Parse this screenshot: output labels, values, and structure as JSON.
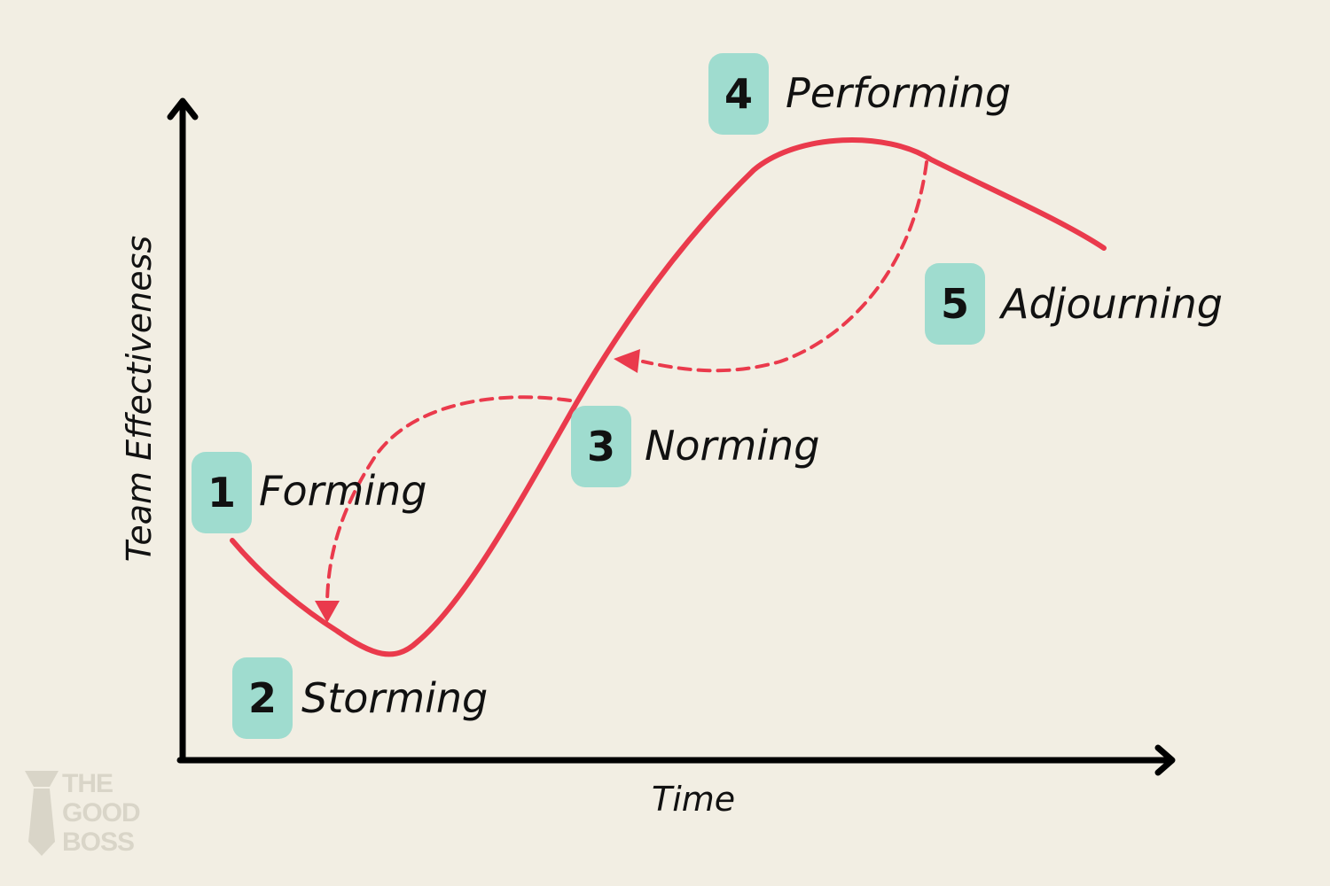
{
  "colors": {
    "background": "#f2eee3",
    "curve": "#ea3a4c",
    "badge": "#9fdccf",
    "axis": "#000000",
    "text": "#111111",
    "logo": "#d9d5c8"
  },
  "axes": {
    "y_label": "Team Effectiveness",
    "x_label": "Time"
  },
  "stages": [
    {
      "number": "1",
      "name": "Forming"
    },
    {
      "number": "2",
      "name": "Storming"
    },
    {
      "number": "3",
      "name": "Norming"
    },
    {
      "number": "4",
      "name": "Performing"
    },
    {
      "number": "5",
      "name": "Adjourning"
    }
  ],
  "logo": {
    "line1": "THE",
    "line2": "GOOD",
    "line3": "BOSS"
  }
}
